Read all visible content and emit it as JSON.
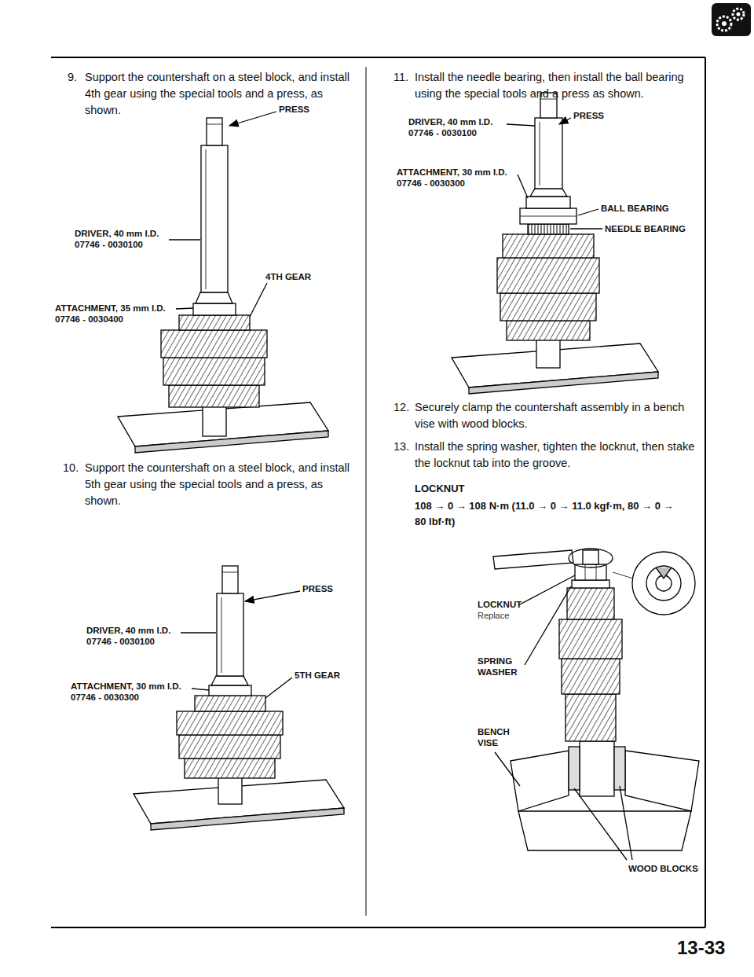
{
  "diagram": {
    "labels": [
      "9.",
      "Support the countershaft on a steel block, and install 4th gear using the special tools and a press, as shown.",
      "PRESS",
      "DRIVER, 40 mm I.D. 07746 - 0030100",
      "4TH GEAR",
      "ATTACHMENT, 35 mm I.D. 07746 - 0030400",
      "10.",
      "Support the countershaft on a steel block, and install 5th gear using the special tools and a press, as shown.",
      "PRESS",
      "DRIVER, 40 mm I.D. 07746 - 0030100",
      "5TH GEAR",
      "ATTACHMENT, 30 mm I.D. 07746 - 0030300",
      "11.",
      "Install the needle bearing, then install the ball bearing using the special tools and a press as shown.",
      "PRESS",
      "DRIVER, 40 mm I.D. 07746 - 0030100",
      "ATTACHMENT, 30 mm I.D. 07746 - 0030300",
      "BALL BEARING",
      "NEEDLE BEARING",
      "12.",
      "Securely clamp the countershaft assembly in a bench vise with wood blocks.",
      "13.",
      "Install the spring washer, tighten the locknut, then stake the locknut tab into the groove.",
      "LOCKNUT",
      "108 → 0 → 108 N·m (11.0 → 0 → 11.0 kgf·m, 80 → 0 → 80 lbf·ft)",
      "LOCKNUT",
      "Replace",
      "SPRING WASHER",
      "BENCH VISE",
      "WOOD BLOCKS",
      "13-33"
    ]
  }
}
